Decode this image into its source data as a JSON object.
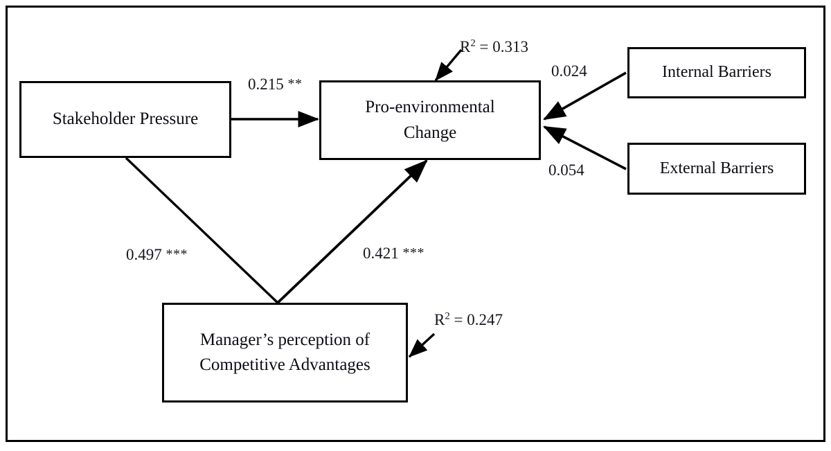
{
  "figure": {
    "type": "path-diagram",
    "frame": {
      "border_color": "#000000"
    },
    "nodes": [
      {
        "id": "stakeholder-pressure",
        "lines": [
          "Stakeholder Pressure"
        ]
      },
      {
        "id": "pro-environmental-change",
        "lines": [
          "Pro-environmental",
          "Change"
        ]
      },
      {
        "id": "internal-barriers",
        "lines": [
          "Internal Barriers"
        ]
      },
      {
        "id": "external-barriers",
        "lines": [
          "External Barriers"
        ]
      },
      {
        "id": "manager-perception",
        "lines": [
          "Manager’s perception of",
          "Competitive Advantages"
        ]
      }
    ],
    "edges": [
      {
        "id": "sp-to-pec",
        "from": "stakeholder-pressure",
        "to": "pro-environmental-change",
        "coefficient": "0.215",
        "significance": "**"
      },
      {
        "id": "internal-to-pec",
        "from": "internal-barriers",
        "to": "pro-environmental-change",
        "coefficient": "0.024",
        "significance": ""
      },
      {
        "id": "external-to-pec",
        "from": "external-barriers",
        "to": "pro-environmental-change",
        "coefficient": "0.054",
        "significance": ""
      },
      {
        "id": "sp-to-mca",
        "from": "stakeholder-pressure",
        "to": "manager-perception",
        "coefficient": "0.497",
        "significance": "***"
      },
      {
        "id": "mca-to-pec",
        "from": "manager-perception",
        "to": "pro-environmental-change",
        "coefficient": "0.421",
        "significance": "***"
      }
    ],
    "variance_explained": [
      {
        "id": "r2-pec",
        "target": "pro-environmental-change",
        "symbol": "R",
        "exponent": "2",
        "equals": " = ",
        "value": "0.313"
      },
      {
        "id": "r2-mca",
        "target": "manager-perception",
        "symbol": "R",
        "exponent": "2",
        "equals": " = ",
        "value": "0.247"
      }
    ]
  },
  "nodes": {
    "stakeholder_pressure": {
      "line1": "Stakeholder Pressure"
    },
    "pro_environmental_change": {
      "line1": "Pro-environmental",
      "line2": "Change"
    },
    "internal_barriers": {
      "line1": "Internal Barriers"
    },
    "external_barriers": {
      "line1": "External Barriers"
    },
    "manager_perception": {
      "line1": "Manager’s perception of",
      "line2": "Competitive Advantages"
    }
  },
  "labels": {
    "sp_to_pec": {
      "coefficient": "0.215",
      "significance": "**"
    },
    "internal": {
      "coefficient": "0.024",
      "significance": ""
    },
    "external": {
      "coefficient": "0.054",
      "significance": ""
    },
    "sp_to_mca": {
      "coefficient": "0.497",
      "significance": "***"
    },
    "mca_to_pec": {
      "coefficient": "0.421",
      "significance": "***"
    },
    "r2_pec": {
      "symbol": "R",
      "exponent": "2",
      "equals": " = ",
      "value": "0.313"
    },
    "r2_mca": {
      "symbol": "R",
      "exponent": "2",
      "equals": " = ",
      "value": "0.247"
    }
  }
}
